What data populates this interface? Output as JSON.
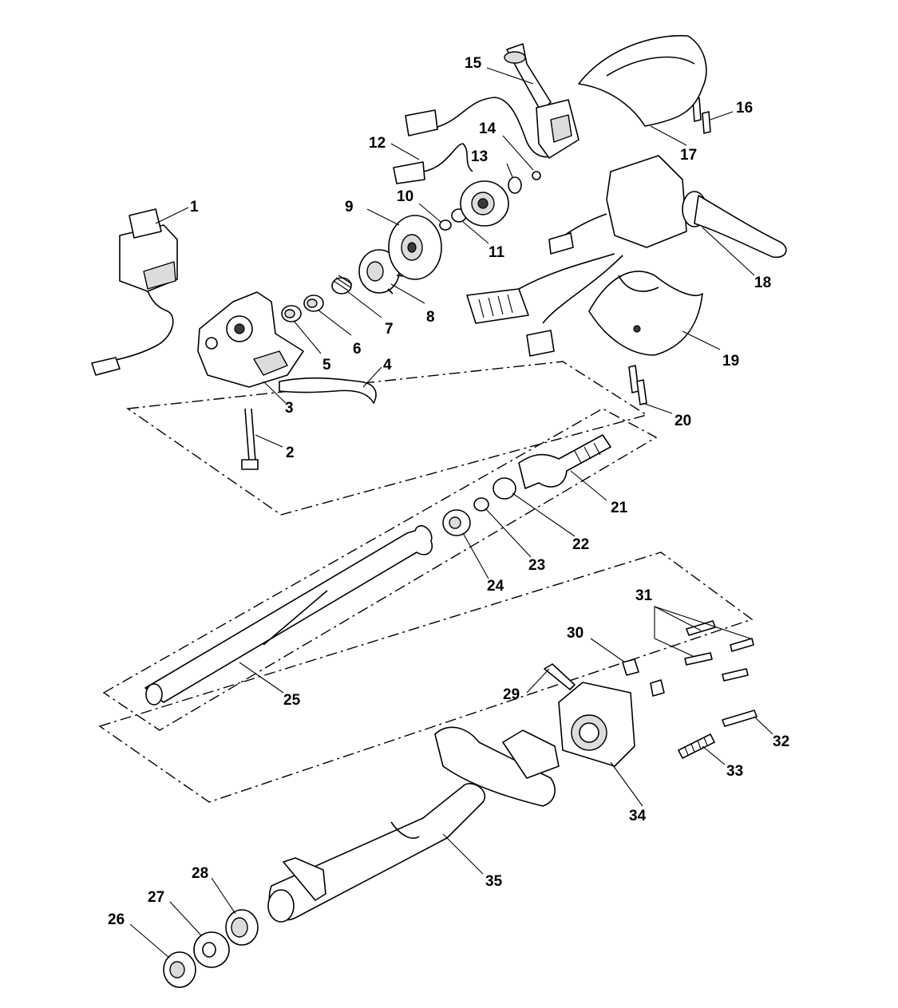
{
  "diagram": {
    "callouts": [
      {
        "id": "c1",
        "label": "1"
      },
      {
        "id": "c2",
        "label": "2"
      },
      {
        "id": "c3",
        "label": "3"
      },
      {
        "id": "c4",
        "label": "4"
      },
      {
        "id": "c5",
        "label": "5"
      },
      {
        "id": "c6",
        "label": "6"
      },
      {
        "id": "c7",
        "label": "7"
      },
      {
        "id": "c8",
        "label": "8"
      },
      {
        "id": "c9",
        "label": "9"
      },
      {
        "id": "c10",
        "label": "10"
      },
      {
        "id": "c11",
        "label": "11"
      },
      {
        "id": "c12",
        "label": "12"
      },
      {
        "id": "c13",
        "label": "13"
      },
      {
        "id": "c14",
        "label": "14"
      },
      {
        "id": "c15",
        "label": "15"
      },
      {
        "id": "c16",
        "label": "16"
      },
      {
        "id": "c17",
        "label": "17"
      },
      {
        "id": "c18",
        "label": "18"
      },
      {
        "id": "c19",
        "label": "19"
      },
      {
        "id": "c20",
        "label": "20"
      },
      {
        "id": "c21",
        "label": "21"
      },
      {
        "id": "c22",
        "label": "22"
      },
      {
        "id": "c23",
        "label": "23"
      },
      {
        "id": "c24",
        "label": "24"
      },
      {
        "id": "c25",
        "label": "25"
      },
      {
        "id": "c26",
        "label": "26"
      },
      {
        "id": "c27",
        "label": "27"
      },
      {
        "id": "c28",
        "label": "28"
      },
      {
        "id": "c29",
        "label": "29"
      },
      {
        "id": "c30",
        "label": "30"
      },
      {
        "id": "c31",
        "label": "31"
      },
      {
        "id": "c32",
        "label": "32"
      },
      {
        "id": "c33",
        "label": "33"
      },
      {
        "id": "c34",
        "label": "34"
      },
      {
        "id": "c35",
        "label": "35"
      }
    ]
  }
}
